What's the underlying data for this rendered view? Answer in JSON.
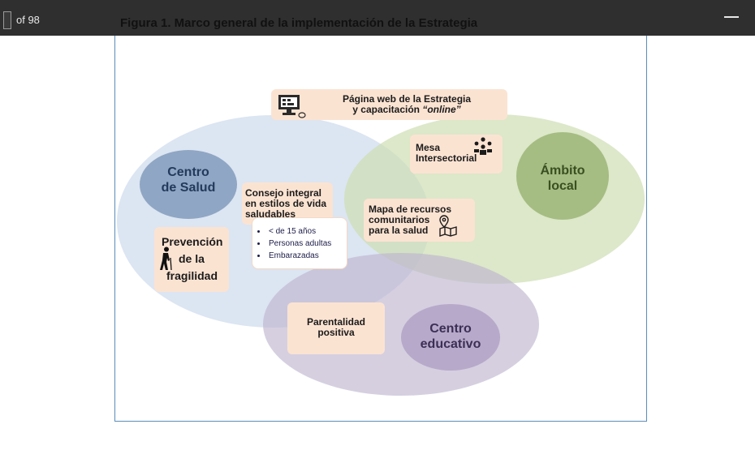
{
  "toolbar": {
    "page_count": "of 98"
  },
  "figure": {
    "title": "Figura 1.   Marco general de la implementación de la Estrategia"
  },
  "diagram": {
    "colors": {
      "salud": "#dfe7f1",
      "local": "#e0e8cf",
      "educativo": "#dbd7e2",
      "box": "#fbe3d2",
      "centro_salud": "#8fa6c4",
      "ambito_local": "#a5bd83",
      "centro_educativo": "#b7a9c9"
    },
    "web_box": {
      "line1": "Página web de la Estrategia",
      "line2_prefix": "y capacitación ",
      "line2_em": "“online”",
      "icon": "computer-icon"
    },
    "mesa_box": {
      "line1": "Mesa",
      "line2": "Intersectorial",
      "icon": "people-group-icon"
    },
    "centro_salud": {
      "line1": "Centro",
      "line2": "de Salud"
    },
    "ambito_local": {
      "line1": "Ámbito",
      "line2": "local"
    },
    "consejo_box": {
      "line1": "Consejo integral",
      "line2": "en estilos de vida",
      "line3": "saludables",
      "items": [
        "< de 15 años",
        "Personas adultas",
        "Embarazadas"
      ]
    },
    "mapa_box": {
      "line1": "Mapa de recursos",
      "line2": "comunitarios",
      "line3": "para la salud",
      "icon": "map-pin-icon"
    },
    "prevencion_box": {
      "line1": "Prevención",
      "line2": "de la",
      "line3": "fragilidad",
      "icon": "elderly-person-icon"
    },
    "parentalidad_box": {
      "line1": "Parentalidad",
      "line2": "positiva"
    },
    "centro_educativo": {
      "line1": "Centro",
      "line2": "educativo"
    }
  }
}
